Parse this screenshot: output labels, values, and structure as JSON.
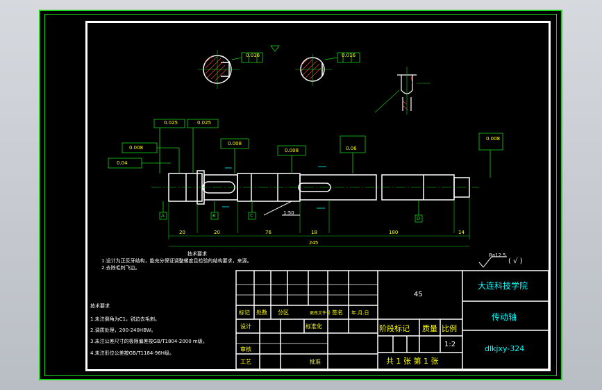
{
  "title_block": {
    "material": "45",
    "school": "大连科技学院",
    "part_name": "传动轴",
    "drawing_no": "dlkjxy-324",
    "scale": "1:2",
    "sheet_info": "共 1 张  第 1 张",
    "headers": {
      "mark": "标记",
      "count": "处数",
      "zone": "分区",
      "change_doc": "更改文件号",
      "signature": "签名",
      "date": "年.月.日",
      "design": "设计",
      "standardize": "标准化",
      "stage_mark": "阶段标记",
      "weight": "质量",
      "ratio": "比例",
      "review": "审核",
      "process": "工艺",
      "approve": "批准"
    }
  },
  "tech_notes_top": {
    "heading": "技术要求",
    "lines": [
      "1.设计为正反牙结构，能充分保证调整螺度且检验的结构要求，来源。",
      "2.去除毛刺飞边。"
    ]
  },
  "tech_notes_bottom": {
    "heading": "技术要求",
    "lines": [
      "1.未注倒角为C1，锐边去毛刺。",
      "2.调质处理，200-240HBW。",
      "3.未注公差尺寸的极限偏差按GB/T1804-2000 m级。",
      "4.未注形位公差按GB/T1184-96H级。"
    ]
  },
  "roughness_note": "Ra12.5",
  "roughness_paren": "( √ )",
  "tolerance_frames": [
    "0.016",
    "0.016",
    "0.025",
    "0.025",
    "0.008",
    "0.008",
    "0.06",
    "0.04",
    "0.008",
    "0.008"
  ],
  "datum_labels": [
    "A",
    "B",
    "C",
    "D"
  ],
  "dimensions": {
    "overall": "245",
    "seg1": "20",
    "seg2": "20",
    "seg3": "76",
    "seg4": "18",
    "seg5": "180",
    "seg6": "14",
    "slope": "1:50"
  },
  "colors": {
    "frame_green": "#19d219",
    "line_white": "#ffffff",
    "text_yellow": "#ffff00",
    "text_cyan": "#00ffff"
  }
}
